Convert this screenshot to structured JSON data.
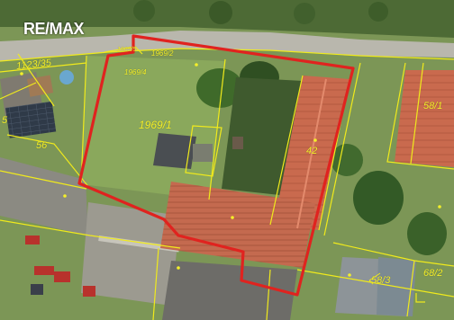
{
  "brand": {
    "logo_text": "RE/MAX"
  },
  "colors": {
    "boundary": "#e0231f",
    "parcel_line": "#f0ea1c",
    "label": "#f4ef2a",
    "grass": "#7c9656",
    "road": "#b9b7ad"
  },
  "parcels": {
    "p_1123_35": "1123/35",
    "p_1969_5": "1969/5",
    "p_1969_2": "1969/2",
    "p_1969_4": "1969/4",
    "p_1969_1": "1969/1",
    "p_56": "56",
    "p_5": "5",
    "p_42": "42",
    "p_58_1": "58/1",
    "p_58_3": "58/3",
    "p_68_2": "68/2"
  }
}
